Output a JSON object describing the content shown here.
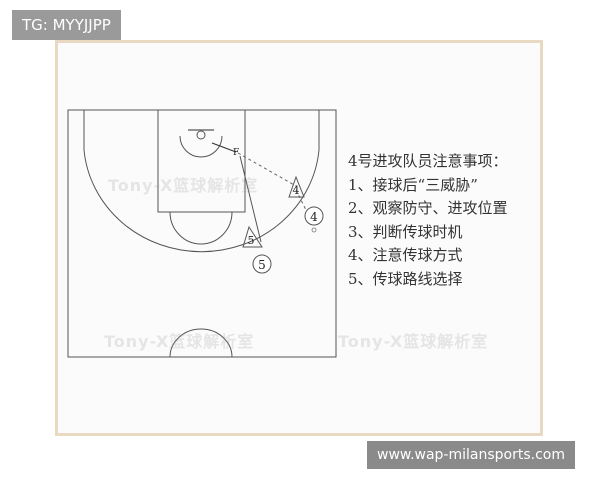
{
  "badges": {
    "tg": "TG: MYYJJPP",
    "url": "www.wap-milansports.com"
  },
  "watermark": {
    "text": "Tony-X篮球解析室"
  },
  "players": [
    {
      "id": "4",
      "label": "4"
    },
    {
      "id": "5",
      "label": "5"
    }
  ],
  "notes": {
    "title": "4号进攻队员注意事项：",
    "items": [
      "1、接球后“三威胁”",
      "2、观察防守、进攻位置",
      "3、判断传球时机",
      "4、注意传球方式",
      "5、传球路线选择"
    ]
  },
  "colors": {
    "frame_border": "#ead9c2",
    "court_line": "#555555",
    "badge_bg": "#9a9a9a"
  }
}
